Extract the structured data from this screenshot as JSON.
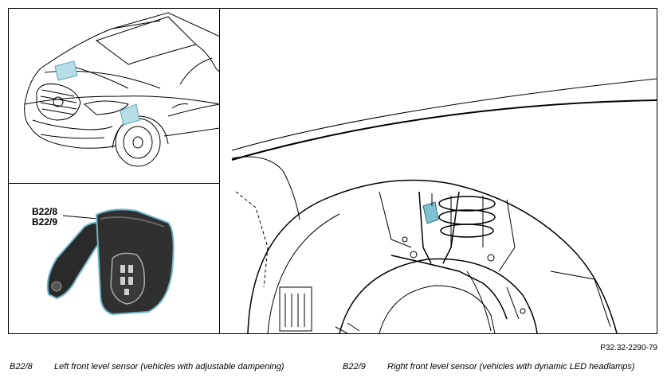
{
  "figure_ref": "P32.32-2290-79",
  "callouts": [
    "B22/8",
    "B22/9"
  ],
  "legend": [
    {
      "code": "B22/8",
      "description": "Left front level sensor (vehicles with adjustable dampening)"
    },
    {
      "code": "B22/9",
      "description": "Right front level sensor (vehicles with dynamic LED headlamps)"
    }
  ],
  "colors": {
    "highlight": "#b7dde6",
    "sensor_dark": "#2a2a2a",
    "sensor_outline": "#6fb6c7"
  }
}
